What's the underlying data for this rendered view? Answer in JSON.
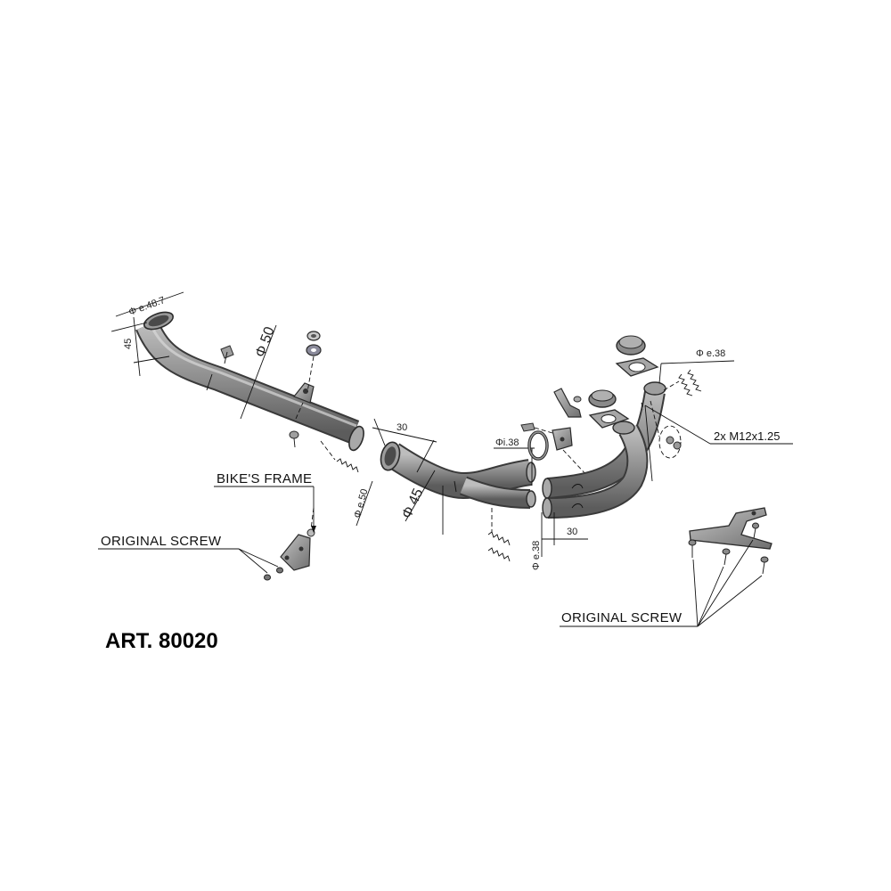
{
  "article": "ART. 80020",
  "callouts": {
    "bikes_frame": "BIKE'S FRAME",
    "original_screw_left": "ORIGINAL SCREW",
    "original_screw_right": "ORIGINAL SCREW",
    "bolts": "2x M12x1.25"
  },
  "dimensions": {
    "link_pipe_outer": "Φ e.48.7",
    "link_pipe_length": "45",
    "link_pipe_dia": "Φ 50",
    "ypipe_length": "30",
    "ypipe_outer": "Φ e.50",
    "ypipe_dia": "Φ 45",
    "ypipe_inner": "Φi.38",
    "header_outer_top": "Φ e.38",
    "header_outer_bottom": "Φ e.38",
    "header_length": "30"
  },
  "colors": {
    "pipe_fill": "#8e8e8e",
    "pipe_dark": "#5a5a5a",
    "line": "#111111",
    "background": "#ffffff"
  }
}
